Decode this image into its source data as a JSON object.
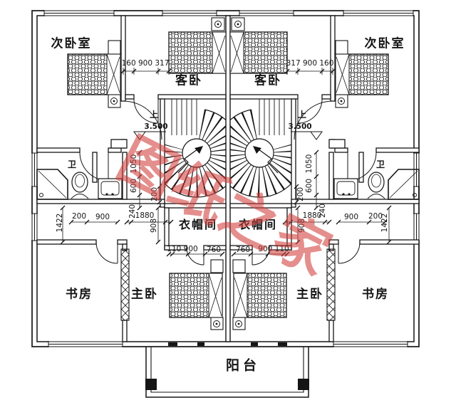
{
  "watermark": {
    "text": "图纸之家"
  },
  "rooms": {
    "bedroom2": "次卧室",
    "guest": "客卧",
    "cloak": "衣帽间",
    "study": "书房",
    "master": "主卧",
    "balcony": "阳台",
    "wc": "卫"
  },
  "stairs": {
    "up": "上",
    "elevation": "3.500"
  },
  "dims": {
    "v160_900_317": "160 900 317",
    "v317_900_160": "317 900 160",
    "v1050": "1050",
    "v600": "600",
    "v200": "200",
    "v240": "240",
    "v1880": "1880",
    "v908": "908",
    "v900": "900",
    "v1422": "1422",
    "v110_900": "110 900",
    "v760": "760",
    "v900_110": "900 110"
  },
  "colors": {
    "line": "#151515",
    "watermark": "#d03e3a",
    "paper": "#ffffff"
  }
}
